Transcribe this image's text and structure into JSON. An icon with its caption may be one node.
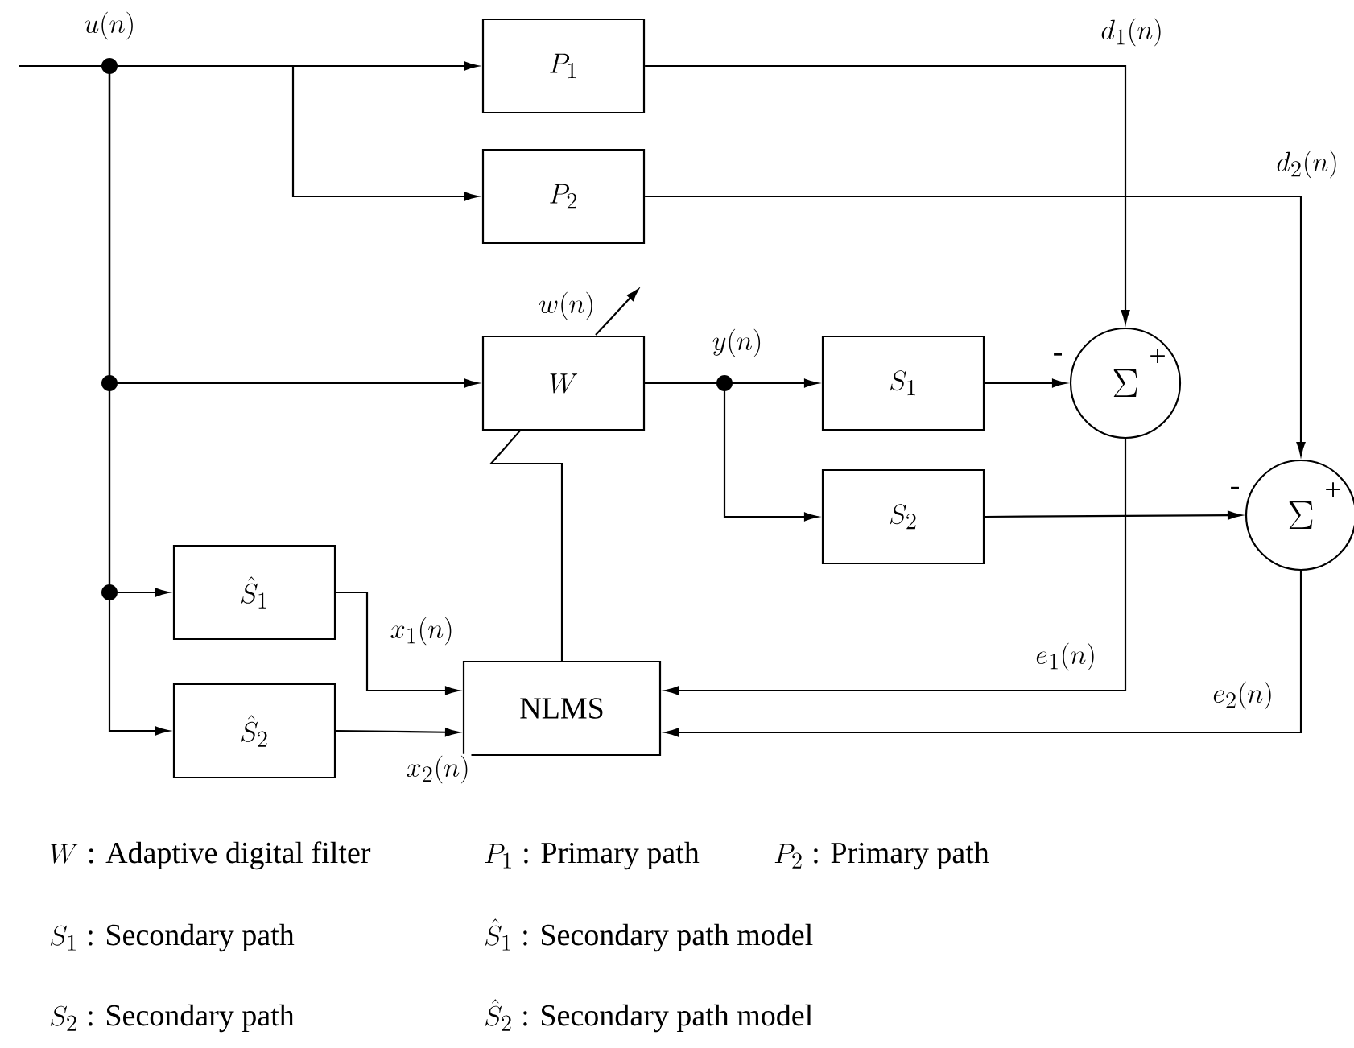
{
  "diagram": {
    "nodes": [
      {
        "text": [
          "P_{1}"
        ]
      },
      {
        "text": [
          "P_{2}"
        ]
      },
      {
        "text": [
          "W"
        ]
      },
      {
        "text": [
          "S_{1}"
        ]
      },
      {
        "text": [
          "S_{2}"
        ]
      },
      {
        "text": [
          "\\Sigma"
        ]
      },
      {
        "text": [
          "\\Sigma"
        ]
      },
      {
        "text": [
          "\\hat{S}_{1}"
        ]
      },
      {
        "text": [
          "\\hat{S}_{2}"
        ]
      },
      {
        "text": [
          "NLMS"
        ]
      }
    ],
    "edges": [
      {
        "from": null,
        "to": 0,
        "arrow": "to"
      },
      {
        "from": null,
        "to": 1,
        "arrow": "to"
      },
      {
        "from": null,
        "to": 2,
        "arrow": "to"
      },
      {
        "from": null,
        "to": 7,
        "arrow": "to"
      },
      {
        "from": null,
        "to": 8,
        "arrow": "to"
      },
      {
        "from": 0,
        "to": 5,
        "arrow": "to",
        "label": "d_{1}(n)"
      },
      {
        "from": 1,
        "to": 6,
        "arrow": "to",
        "label": "d_{2}(n)"
      },
      {
        "from": 2,
        "to": 3,
        "arrow": "to",
        "label": "y(n)"
      },
      {
        "from": 2,
        "to": 4,
        "arrow": "to"
      },
      {
        "from": 3,
        "to": 5,
        "arrow": "to"
      },
      {
        "from": 4,
        "to": 6,
        "arrow": "to"
      },
      {
        "from": 7,
        "to": 9,
        "arrow": "to",
        "label": "x_{1}(n)"
      },
      {
        "from": 8,
        "to": 9,
        "arrow": "to",
        "label": "x_{2}(n)"
      },
      {
        "from": 5,
        "to": 9,
        "arrow": "to",
        "label": "e_{1}(n)"
      },
      {
        "from": 6,
        "to": 9,
        "arrow": "to",
        "label": "e_{2}(n)"
      },
      {
        "from": 9,
        "to": 2,
        "arrow": "none"
      }
    ],
    "labels": [
      "u(n)",
      "w(n)",
      "+",
      "-",
      "+",
      "-",
      "W",
      ": Adaptive digital filter",
      "P_{1}",
      ": Primary path",
      "P_{2}",
      ": Primary path",
      "S_{1}",
      ": Secondary path",
      "\\hat{S}_{1}",
      ": Secondary path model",
      "S_{2}",
      ": Secondary path",
      "\\hat{S}_{2}",
      ": Secondary path model"
    ]
  }
}
